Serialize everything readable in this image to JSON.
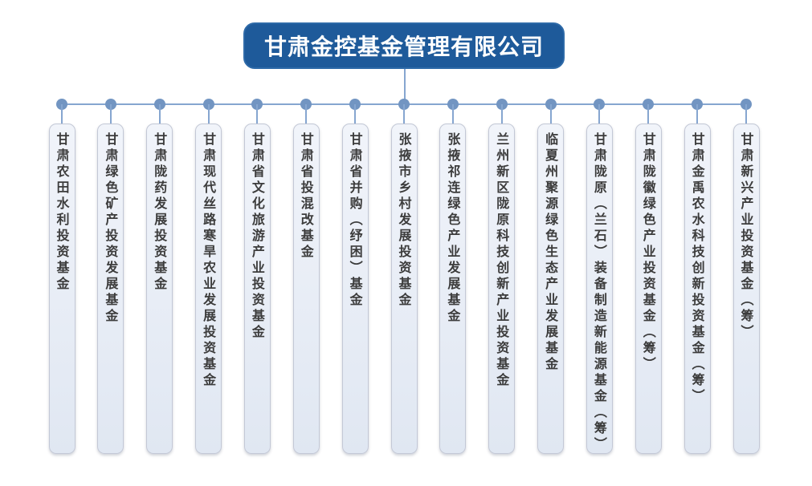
{
  "header": {
    "title": "甘肃金控基金管理有限公司"
  },
  "funds": [
    "甘肃农田水利投资基金",
    "甘肃绿色矿产投资发展基金",
    "甘肃陇药发展投资基金",
    "甘肃现代丝路寒旱农业发展投资基金",
    "甘肃省文化旅游产业投资基金",
    "甘肃省投混改基金",
    "甘肃省并购（纾困）基金",
    "张掖市乡村发展投资基金",
    "张掖祁连绿色产业发展基金",
    "兰州新区陇原科技创新产业投资基金",
    "临夏州聚源绿色生态产业发展基金",
    "甘肃陇原（兰石）装备制造新能源基金（筹）",
    "甘肃陇徽绿色产业投资基金（筹）",
    "甘肃金禹农水科技创新投资基金（筹）",
    "甘肃新兴产业投资基金（筹）"
  ],
  "colors": {
    "header_bg": "#1e5a9a",
    "header_border": "#2e6aa8",
    "header_text": "#ffffff",
    "connector": "#86a6d0",
    "dot": "#7295c2",
    "box_border": "#c3c8d6",
    "box_bg_top": "#f1f4fa",
    "box_bg_bottom": "#e0e7f2",
    "box_text": "#3c3c3c",
    "page_bg": "#ffffff"
  }
}
